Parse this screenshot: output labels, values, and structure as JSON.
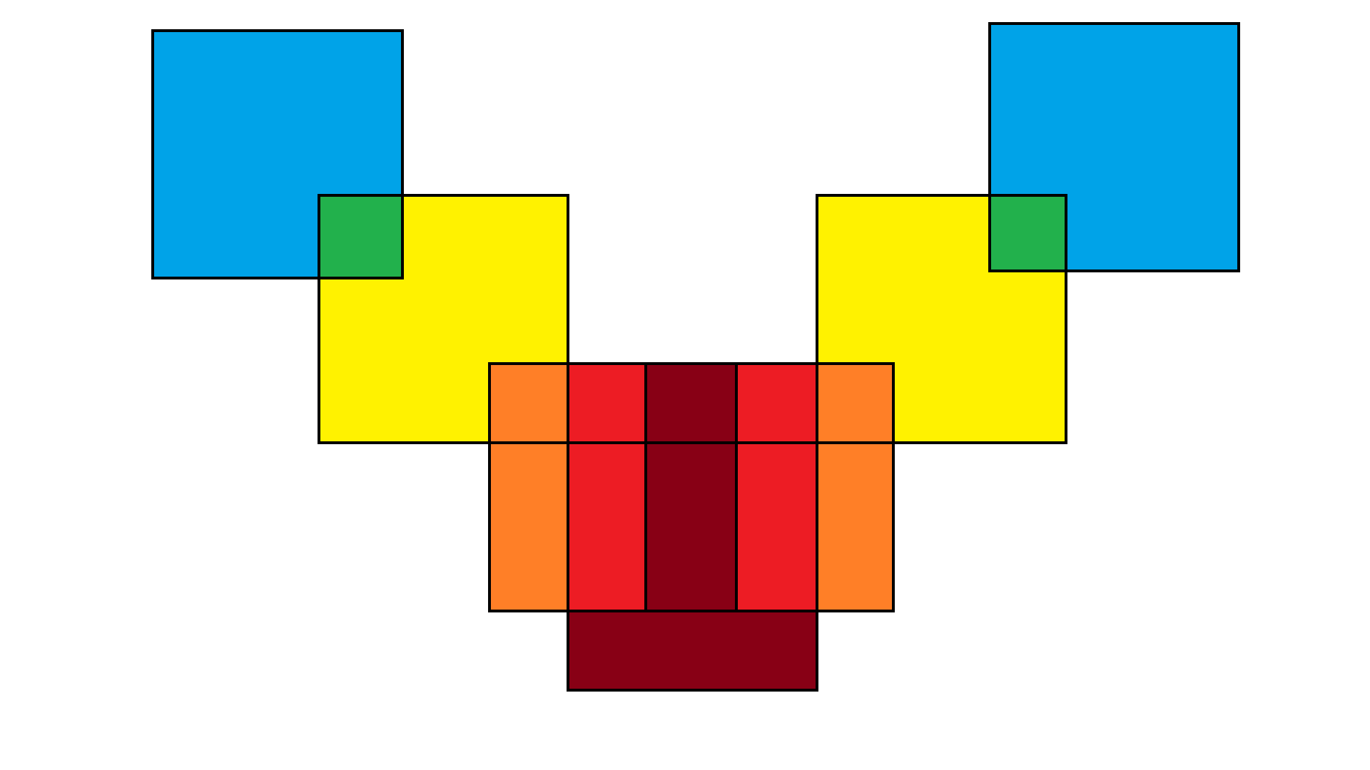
{
  "diagram": {
    "background": "#ffffff",
    "palette": {
      "blue": "#00a3e8",
      "yellow": "#fff200",
      "green": "#22b14c",
      "orange": "#ff7f27",
      "red": "#ed1c24",
      "dark_red": "#880015",
      "outline": "#000000"
    },
    "shapes": [
      {
        "id": "blue-square-left",
        "shape": "square",
        "color": "blue"
      },
      {
        "id": "blue-square-right",
        "shape": "square",
        "color": "blue"
      },
      {
        "id": "yellow-square-left",
        "shape": "square",
        "color": "yellow"
      },
      {
        "id": "yellow-square-right",
        "shape": "square",
        "color": "yellow"
      },
      {
        "id": "green-overlap-left",
        "shape": "overlap",
        "color": "green"
      },
      {
        "id": "green-overlap-right",
        "shape": "overlap",
        "color": "green"
      },
      {
        "id": "gradient-block-outer-orange-left",
        "shape": "stripe",
        "color": "orange"
      },
      {
        "id": "gradient-block-red-left",
        "shape": "stripe",
        "color": "red"
      },
      {
        "id": "gradient-block-dark-red-center",
        "shape": "stripe",
        "color": "dark_red"
      },
      {
        "id": "gradient-block-red-right",
        "shape": "stripe",
        "color": "red"
      },
      {
        "id": "gradient-block-outer-orange-right",
        "shape": "stripe",
        "color": "orange"
      },
      {
        "id": "dark-red-base-block",
        "shape": "rectangle",
        "color": "dark_red"
      }
    ]
  }
}
